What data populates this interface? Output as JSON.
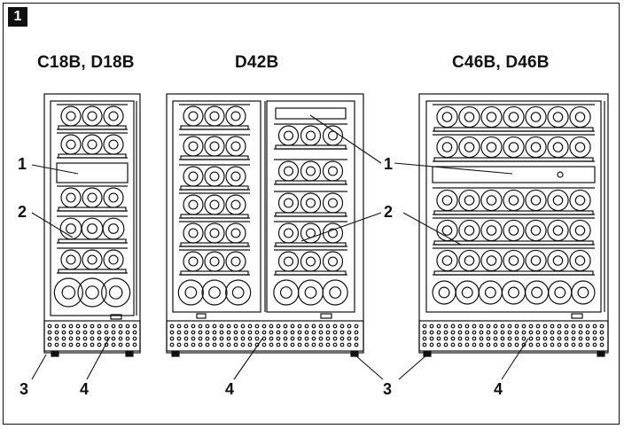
{
  "figure": {
    "number": "1"
  },
  "models": [
    {
      "label": "C18B, D18B"
    },
    {
      "label": "D42B"
    },
    {
      "label": "C46B, D46B"
    }
  ],
  "callouts": [
    "1",
    "2",
    "3",
    "4"
  ],
  "colors": {
    "ink": "#111111",
    "fill": "#ffffff"
  }
}
